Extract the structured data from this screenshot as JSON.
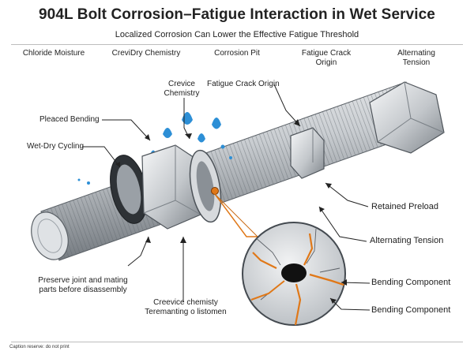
{
  "title": "904L Bolt Corrosion–Fatigue Interaction in Wet Service",
  "subtitle": "Localized Corrosion Can Lower the Effective Fatigue Threshold",
  "headers": {
    "chloride": "Chloride Moisture",
    "wetdry": "CreviDry Chemistry",
    "pit": "Corrosion Pit",
    "fatigue": "Fatigue Crack Origin",
    "alternating": "Alternating Tension"
  },
  "callouts": {
    "crevice_chemistry": "Crevice Chemistry",
    "fatigue_crack_origin": "Fatigue Crack Origin",
    "pleaced_bending": "Pleaced Bending",
    "wet_dry_cycling": "Wet-Dry Cycling",
    "retained_preload": "Retained Preload",
    "alternating_tension": "Alternating Tension",
    "bending_component_1": "Bending Component",
    "bending_component_2": "Bending Component",
    "preserve_joint": "Preserve joint and mating parts before disassembly",
    "crevice_chemistry_bottom": "Creevice chemisty Teremanting o listomen"
  },
  "caption": "Caption reserve: do not print",
  "colors": {
    "steel_light": "#e6e8ea",
    "steel_dark": "#7c8288",
    "water": "#2d8fd6",
    "crack": "#e07818",
    "pit": "#111111"
  }
}
